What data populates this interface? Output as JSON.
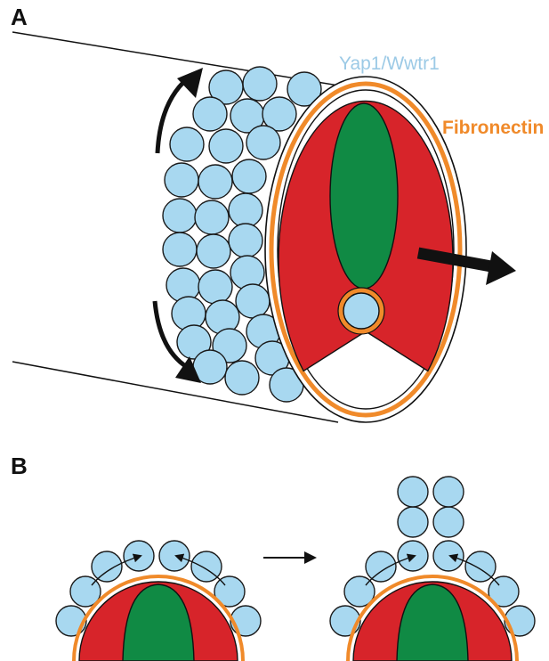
{
  "panels": {
    "a": {
      "label": "A"
    },
    "b": {
      "label": "B"
    }
  },
  "labels": {
    "yap": "Yap1/Wwtr1",
    "fibronectin": "Fibronectin"
  },
  "colors": {
    "cell_fill": "#a8d8f0",
    "cell_stroke": "#1a1a1a",
    "red_tissue": "#d7242a",
    "green_tissue": "#108a44",
    "fibronectin": "#f08a2a",
    "yap_text": "#9ccae6",
    "arrow": "#111111"
  }
}
